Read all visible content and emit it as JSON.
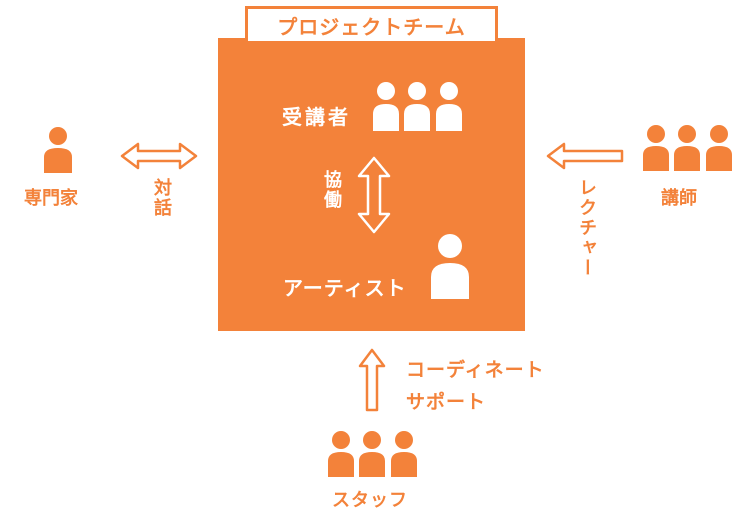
{
  "team": {
    "title": "プロジェクトチーム",
    "participants_label": "受講者",
    "collaboration_label": "協働",
    "artist_label": "アーティスト"
  },
  "expert": {
    "label": "専門家",
    "relation_label": "対話"
  },
  "instructor": {
    "label": "講師",
    "relation_label": "レクチャー"
  },
  "staff": {
    "label": "スタッフ",
    "relation_label": "コーディネート\nサポート"
  },
  "colors": {
    "accent": "#f3823a",
    "on_accent": "#ffffff"
  },
  "icons": {
    "person": "person-icon",
    "group": "people-group-icon",
    "arrow_double": "double-arrow-icon",
    "arrow_left": "arrow-left-icon",
    "arrow_up": "arrow-up-icon"
  }
}
